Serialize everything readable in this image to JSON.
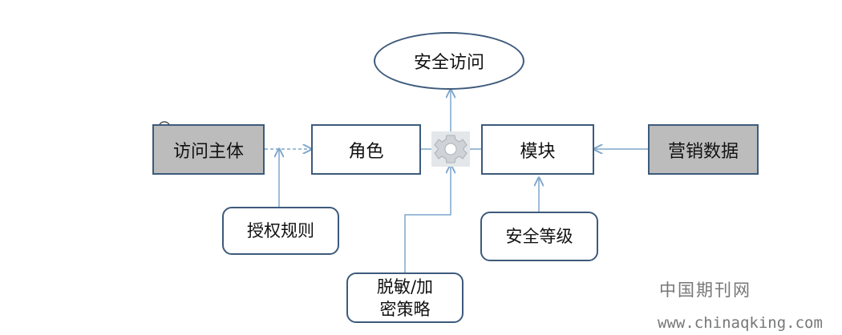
{
  "nodes": {
    "secure_access": "安全访问",
    "subject": "访问主体",
    "role": "角色",
    "module": "模块",
    "marketing": "营销数据",
    "rules": "授权规则",
    "level": "安全等级",
    "strategy_l1": "脱敏/加",
    "strategy_l2": "密策略"
  },
  "watermark": {
    "cn": "中国期刊网",
    "url": "www.chinaqking.com"
  },
  "colors": {
    "border": "#3d5a7c",
    "gray_fill": "#bcbcbc",
    "arrow": "#7fa6cc"
  },
  "icons": [
    "actor-icon",
    "gear-icon"
  ]
}
